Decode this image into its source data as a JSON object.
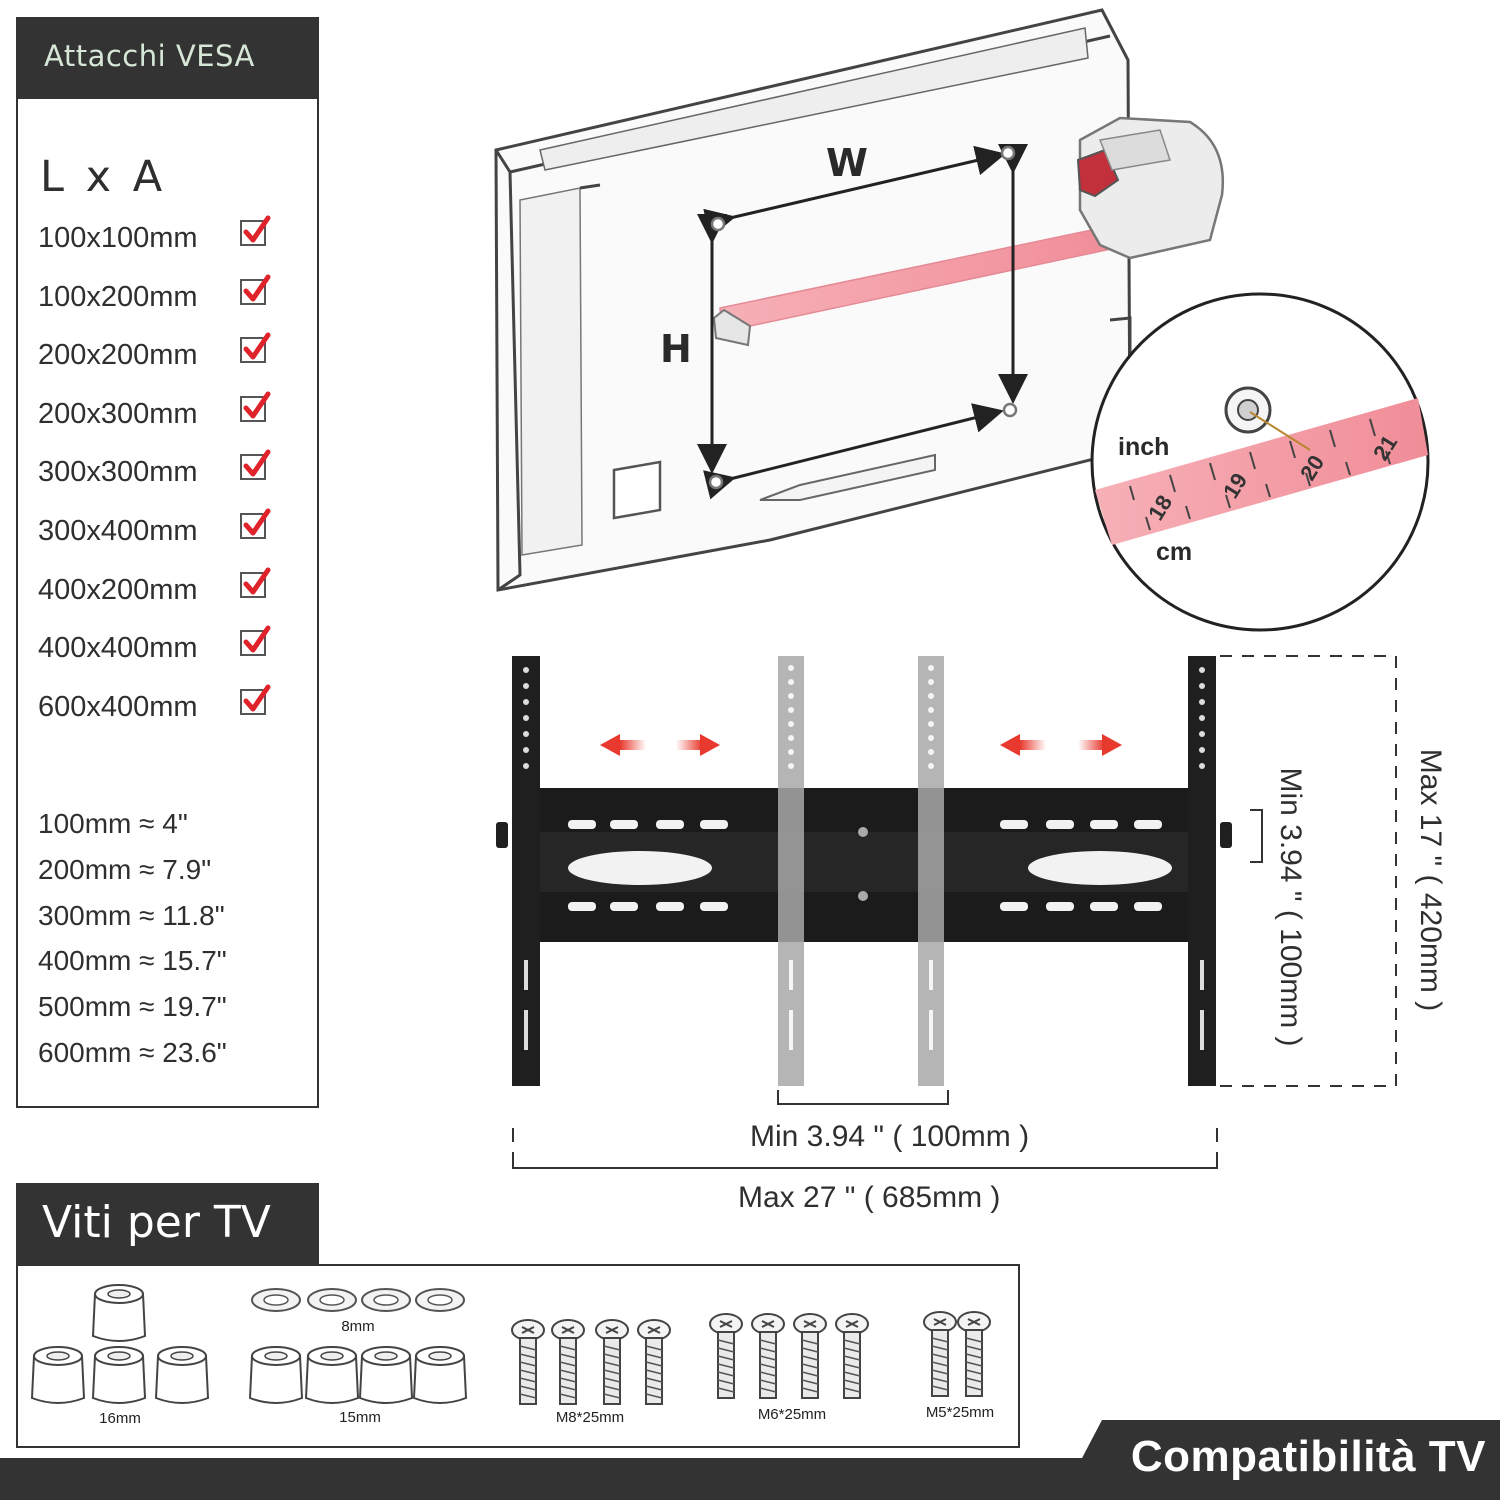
{
  "vesa": {
    "header": "Attacchi VESA",
    "title": "L x A",
    "sizes": [
      {
        "label": "100x100mm",
        "checked": true
      },
      {
        "label": "100x200mm",
        "checked": true
      },
      {
        "label": "200x200mm",
        "checked": true
      },
      {
        "label": "200x300mm",
        "checked": true
      },
      {
        "label": "300x300mm",
        "checked": true
      },
      {
        "label": "300x400mm",
        "checked": true
      },
      {
        "label": "400x200mm",
        "checked": true
      },
      {
        "label": "400x400mm",
        "checked": true
      },
      {
        "label": "600x400mm",
        "checked": true
      }
    ],
    "conversions": [
      "100mm  ≈  4\"",
      "200mm ≈  7.9\"",
      "300mm  ≈  11.8\"",
      "400mm ≈  15.7\"",
      "500mm ≈  19.7\"",
      "600mm ≈  23.6\""
    ]
  },
  "diagram": {
    "width_label": "W",
    "height_label": "H",
    "tape_inch": "inch",
    "tape_cm": "cm",
    "tape_numbers": [
      "18",
      "19",
      "20",
      "21"
    ]
  },
  "dimensions": {
    "min_width": "Min 3.94 \" ( 100mm )",
    "max_width": "Max 27 \" ( 685mm )",
    "min_height": "Min 3.94 \" ( 100mm )",
    "max_height": "Max 17 \" ( 420mm )"
  },
  "screws": {
    "header": "Viti per TV",
    "labels": {
      "spacer16": "16mm",
      "washer": "8mm",
      "spacer15": "15mm",
      "m8": "M8*25mm",
      "m6": "M6*25mm",
      "m5": "M5*25mm"
    }
  },
  "footer": {
    "compat": "Compatibilità TV"
  },
  "colors": {
    "dark": "#333333",
    "check": "#e0222b",
    "arrow": "#e8392e",
    "tape": "#f0a0a8"
  }
}
